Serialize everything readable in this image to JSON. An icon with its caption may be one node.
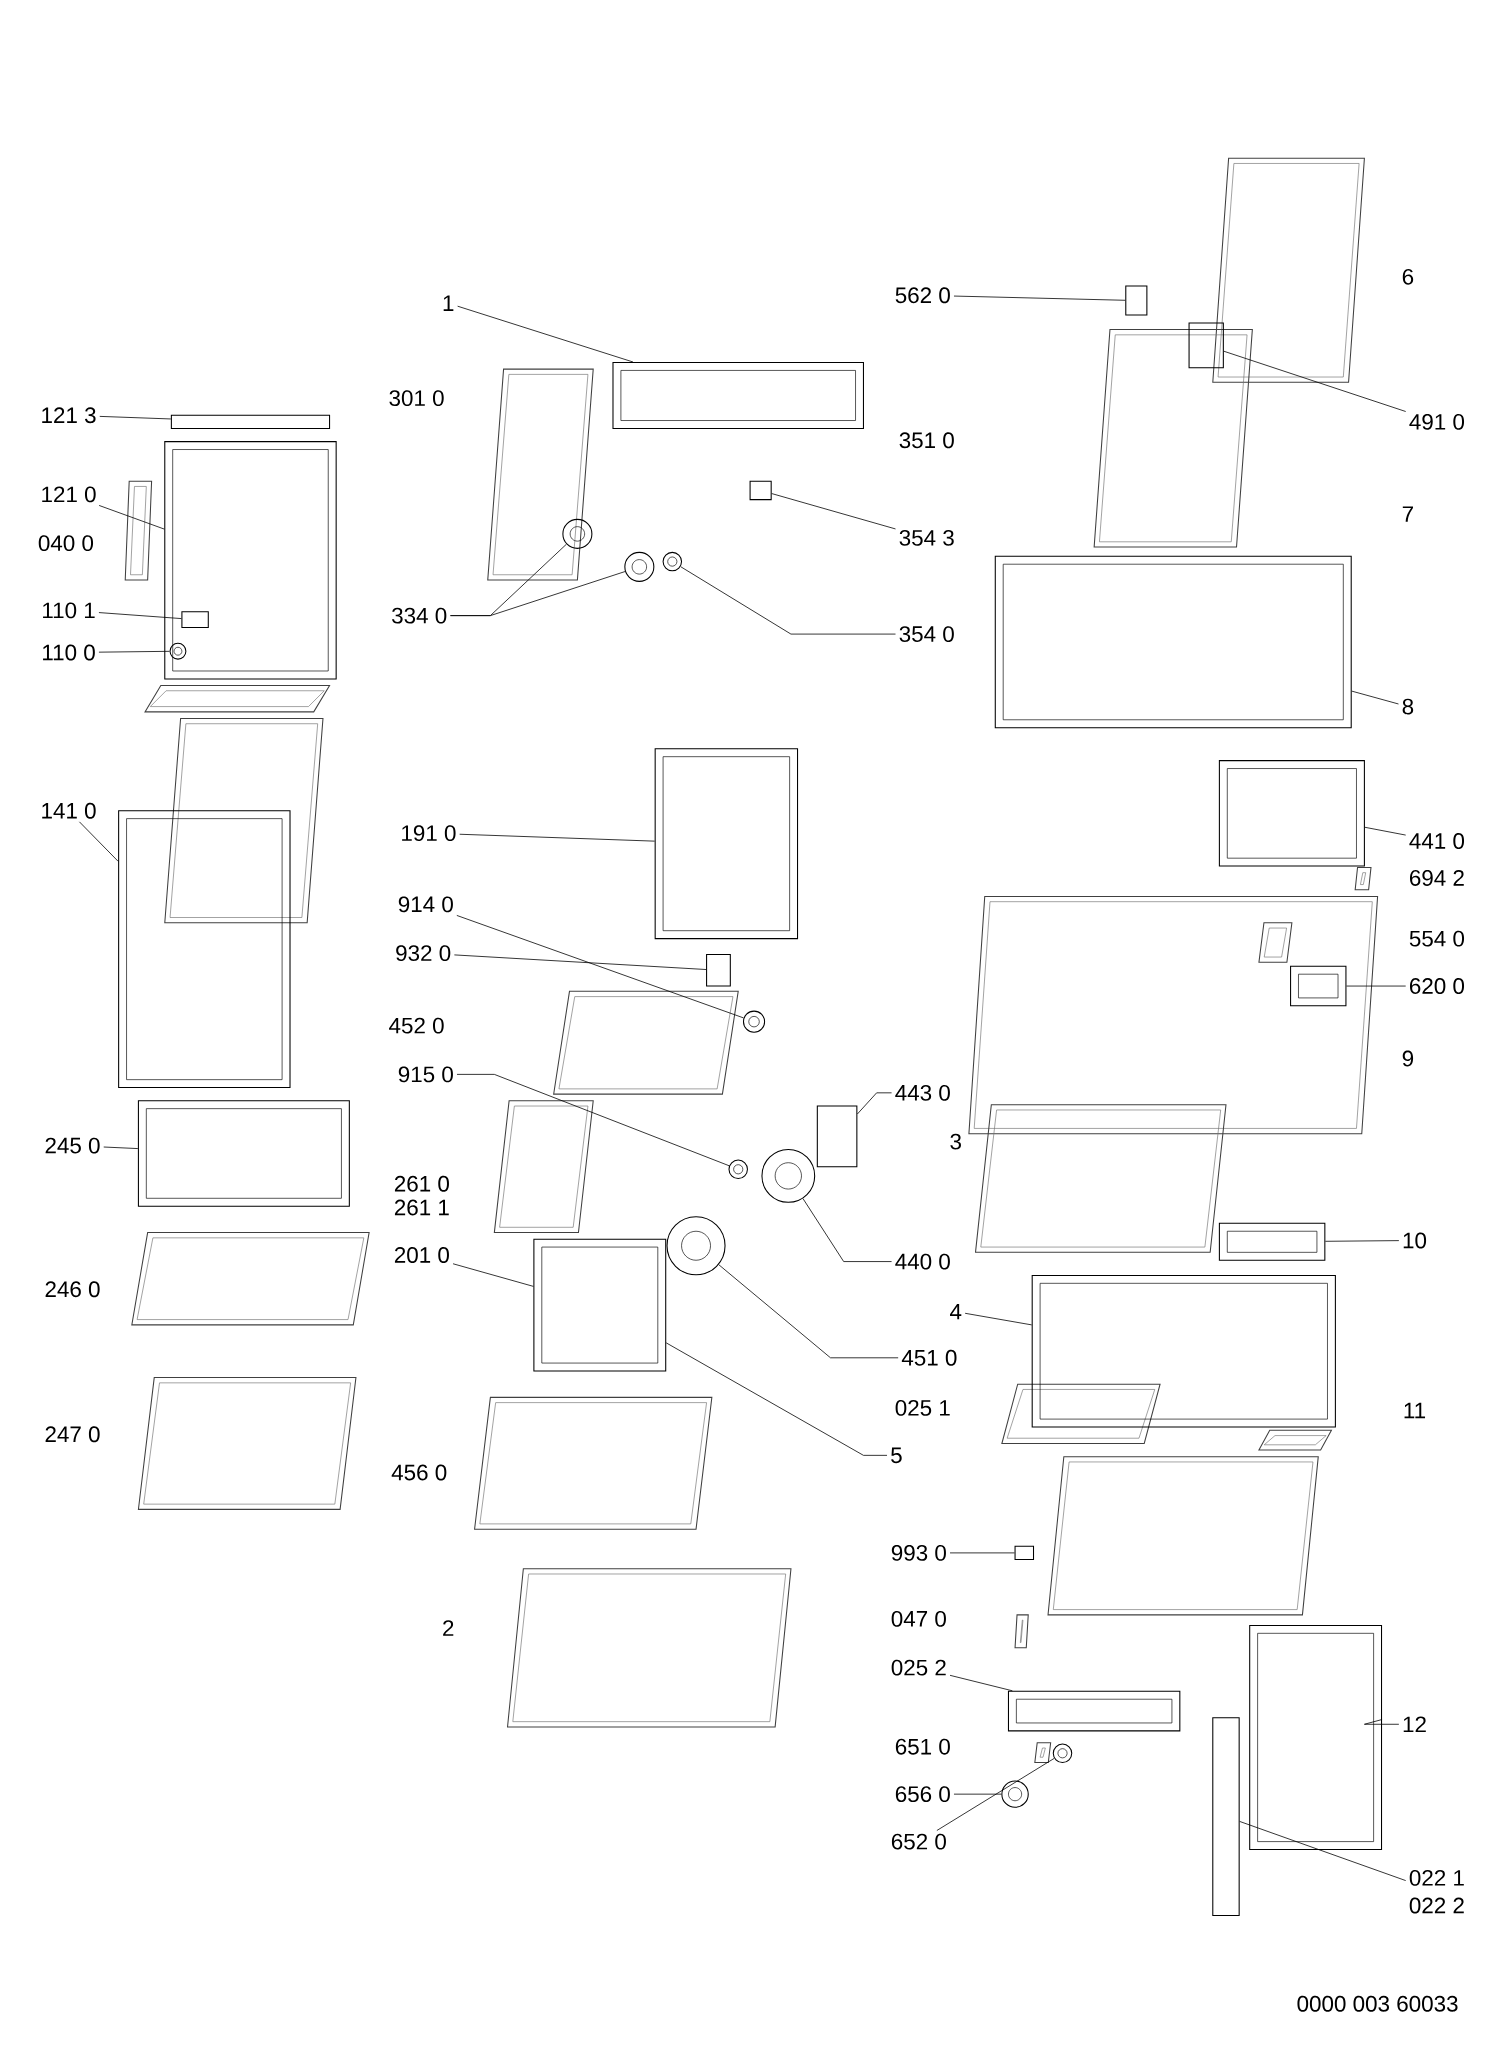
{
  "diagram": {
    "nodes": [
      {
        "text": [
          "121 3"
        ]
      },
      {
        "text": [
          "121 0"
        ]
      },
      {
        "text": [
          "110 1"
        ]
      },
      {
        "text": [
          "110 0"
        ]
      },
      {
        "text": [
          "141 0"
        ]
      },
      {
        "text": [
          "245 0"
        ]
      },
      {
        "text": [
          "1"
        ]
      },
      {
        "text": [
          "334 0"
        ]
      },
      {
        "text": [
          "354 3"
        ]
      },
      {
        "text": [
          "354 0"
        ]
      },
      {
        "text": [
          "191 0"
        ]
      },
      {
        "text": [
          "914 0"
        ]
      },
      {
        "text": [
          "932 0"
        ]
      },
      {
        "text": [
          "915 0"
        ]
      },
      {
        "text": [
          "201 0"
        ]
      },
      {
        "text": [
          "443 0"
        ]
      },
      {
        "text": [
          "440 0"
        ]
      },
      {
        "text": [
          "451 0"
        ]
      },
      {
        "text": [
          "5"
        ]
      },
      {
        "text": [
          "562 0"
        ]
      },
      {
        "text": [
          "491 0"
        ]
      },
      {
        "text": [
          "8"
        ]
      },
      {
        "text": [
          "441 0"
        ]
      },
      {
        "text": [
          "620 0"
        ]
      },
      {
        "text": [
          "10"
        ]
      },
      {
        "text": [
          "4"
        ]
      },
      {
        "text": [
          "993 0"
        ]
      },
      {
        "text": [
          "025 2"
        ]
      },
      {
        "text": [
          "656 0"
        ]
      },
      {
        "text": [
          "652 0"
        ]
      },
      {
        "text": [
          "12"
        ]
      },
      {
        "text": [
          "022 1",
          "022 2"
        ]
      },
      {
        "text": [],
        "shape": "box"
      },
      {
        "text": [],
        "shape": "box"
      },
      {
        "text": [],
        "shape": "box",
        "in": 33
      },
      {
        "text": [],
        "shape": "circle",
        "in": 33
      },
      {
        "text": [],
        "shape": "box"
      },
      {
        "text": [],
        "shape": "box"
      },
      {
        "text": [],
        "shape": "box"
      },
      {
        "text": [],
        "shape": "circle"
      },
      {
        "text": [],
        "shape": "circle"
      },
      {
        "text": [],
        "shape": "box"
      },
      {
        "text": [],
        "shape": "circle"
      },
      {
        "text": [],
        "shape": "box"
      },
      {
        "text": [],
        "shape": "circle"
      },
      {
        "text": [],
        "shape": "box"
      },
      {
        "text": [],
        "shape": "circle"
      },
      {
        "text": [],
        "shape": "box"
      },
      {
        "text": [],
        "shape": "circle"
      },
      {
        "text": [],
        "shape": "box"
      },
      {
        "text": [],
        "shape": "circle"
      },
      {
        "text": [],
        "shape": "box"
      },
      {
        "text": [],
        "shape": "box"
      },
      {
        "text": [],
        "shape": "box"
      },
      {
        "text": [],
        "shape": "box"
      },
      {
        "text": [],
        "shape": "box"
      },
      {
        "text": [],
        "shape": "box"
      },
      {
        "text": [],
        "shape": "box"
      },
      {
        "text": [],
        "shape": "box"
      },
      {
        "text": [],
        "shape": "box"
      },
      {
        "text": [],
        "shape": "circle"
      },
      {
        "text": [],
        "shape": "circle"
      },
      {
        "text": [],
        "shape": "box"
      },
      {
        "text": [],
        "shape": "box"
      }
    ],
    "edges": [
      {
        "from": 0,
        "to": 32,
        "arrow": "none"
      },
      {
        "from": 1,
        "to": 33,
        "arrow": "none"
      },
      {
        "from": 2,
        "to": 34,
        "arrow": "none"
      },
      {
        "from": 3,
        "to": 35,
        "arrow": "none"
      },
      {
        "from": 4,
        "to": 36,
        "arrow": "none"
      },
      {
        "from": 5,
        "to": 37,
        "arrow": "none"
      },
      {
        "from": 6,
        "to": 38,
        "arrow": "none"
      },
      {
        "from": 7,
        "to": 39,
        "arrow": "none"
      },
      {
        "from": 7,
        "to": 40,
        "arrow": "none"
      },
      {
        "from": 8,
        "to": 41,
        "arrow": "none"
      },
      {
        "from": 9,
        "to": 42,
        "arrow": "none"
      },
      {
        "from": 10,
        "to": 43,
        "arrow": "none"
      },
      {
        "from": 11,
        "to": 44,
        "arrow": "none"
      },
      {
        "from": 12,
        "to": 45,
        "arrow": "none"
      },
      {
        "from": 13,
        "to": 46,
        "arrow": "none"
      },
      {
        "from": 15,
        "to": 47,
        "arrow": "none"
      },
      {
        "from": 16,
        "to": 48,
        "arrow": "none"
      },
      {
        "from": 14,
        "to": 49,
        "arrow": "none"
      },
      {
        "from": 17,
        "to": 50,
        "arrow": "none"
      },
      {
        "from": 18,
        "to": 49,
        "arrow": "none"
      },
      {
        "from": 19,
        "to": 51,
        "arrow": "none"
      },
      {
        "from": 20,
        "to": 52,
        "arrow": "none"
      },
      {
        "from": 21,
        "to": 53,
        "arrow": "none"
      },
      {
        "from": 22,
        "to": 54,
        "arrow": "none"
      },
      {
        "from": 23,
        "to": 55,
        "arrow": "none"
      },
      {
        "from": 24,
        "to": 56,
        "arrow": "none"
      },
      {
        "from": 25,
        "to": 57,
        "arrow": "none"
      },
      {
        "from": 26,
        "to": 58,
        "arrow": "none"
      },
      {
        "from": 27,
        "to": 59,
        "arrow": "none"
      },
      {
        "from": 28,
        "to": 60,
        "arrow": "none"
      },
      {
        "from": 29,
        "to": 61,
        "arrow": "none"
      },
      {
        "from": 30,
        "to": 62,
        "arrow": "none"
      },
      {
        "from": 31,
        "to": 63,
        "arrow": "none"
      }
    ],
    "labels": [
      "6",
      "301 0",
      "351 0",
      "040 0",
      "7",
      "452 0",
      "694 2",
      "554 0",
      "9",
      "3",
      "261 0",
      "261 1",
      "246 0",
      "11",
      "025 1",
      "247 0",
      "456 0",
      "047 0",
      "2",
      "651 0",
      "0000 003 60033"
    ]
  }
}
